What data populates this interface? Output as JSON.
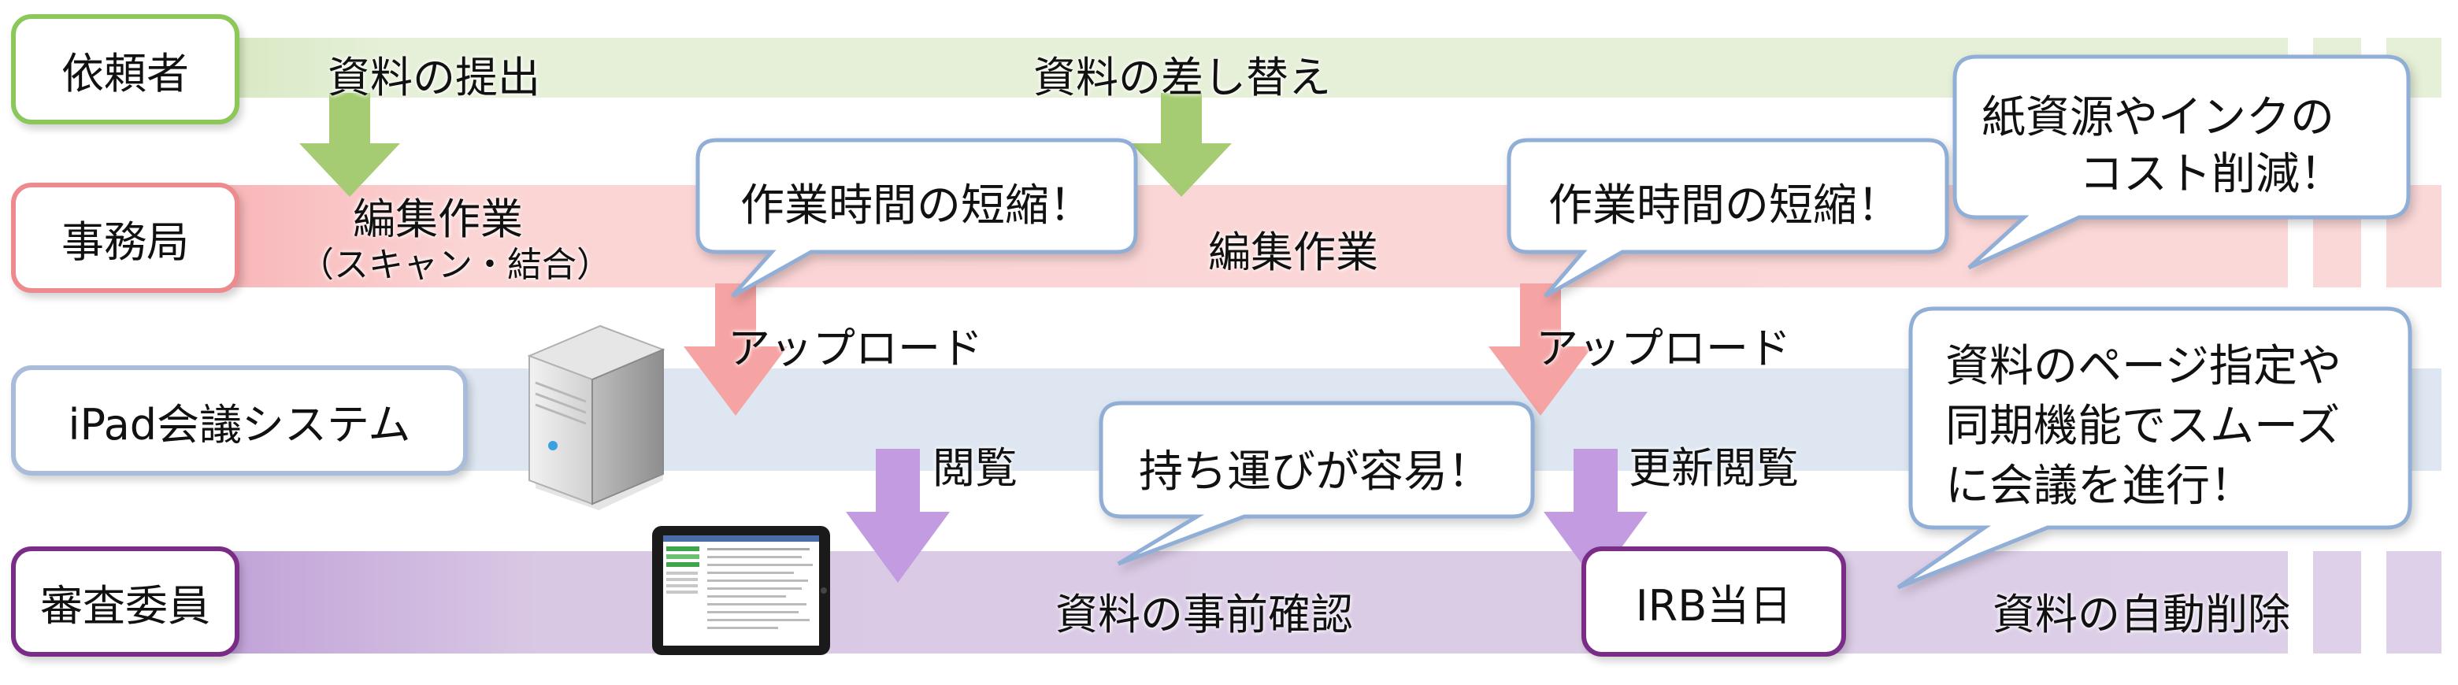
{
  "lanes": {
    "requester": "依頼者",
    "office": "事務局",
    "ipad_system": "iPad会議システム",
    "reviewers": "審査委員"
  },
  "labels": {
    "submit": "資料の提出",
    "replace": "資料の差し替え",
    "edit1_line1": "編集作業",
    "edit1_line2": "（スキャン・結合）",
    "edit2": "編集作業",
    "upload1": "アップロード",
    "upload2": "アップロード",
    "browse": "閲覧",
    "update_browse": "更新閲覧",
    "prior_check": "資料の事前確認",
    "irb_day": "IRB当日",
    "auto_delete": "資料の自動削除"
  },
  "bubbles": {
    "shorten1": "作業時間の短縮！",
    "shorten2": "作業時間の短縮！",
    "cost_line1": "紙資源やインクの",
    "cost_line2": "コスト削減！",
    "portable": "持ち運びが容易！",
    "sync_line1": "資料のページ指定や",
    "sync_line2": "同期機能でスムーズ",
    "sync_line3": "に会議を進行！"
  },
  "colors": {
    "requester_border": "#8cc75a",
    "requester_band": "#e6f0d8",
    "office_border": "#ec8a8e",
    "office_band": "#fbd4d4",
    "ipad_border": "#a9bcd9",
    "ipad_band": "#dce5f1",
    "reviewer_border": "#7a2d86",
    "reviewer_band": "#d9c8e4",
    "green_arrow": "#a5cc73",
    "pink_arrow": "#f5a3a3",
    "purple_arrow": "#c29be0",
    "bubble_border": "#90aed6"
  }
}
